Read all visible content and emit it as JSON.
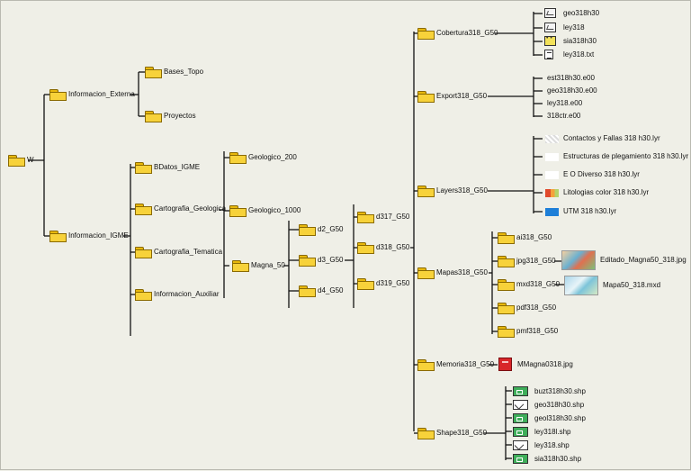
{
  "root": "W",
  "level1": [
    "Informacion_Externa",
    "Informacion_IGME"
  ],
  "externa": [
    "Bases_Topo",
    "Proyectos"
  ],
  "igme": [
    "BDatos_IGME",
    "Cartografia_Geologica",
    "Cartografia_Tematica",
    "Informacion_Auxiliar"
  ],
  "geologica": [
    "Geologico_200",
    "Geologico_1000",
    "Magna_50"
  ],
  "magna": [
    "d2_G50",
    "d3_G50",
    "d4_G50"
  ],
  "d3": [
    "d317_G50",
    "d318_G50",
    "d319_G50"
  ],
  "d318": [
    "Cobertura318_G50",
    "Export318_G50",
    "Layers318_G50",
    "Mapas318_G50",
    "Memoria318_G50",
    "Shape318_G50"
  ],
  "cobertura": [
    "geo318h30",
    "ley318",
    "sia318h30",
    "ley318.txt"
  ],
  "export": [
    "est318h30.e00",
    "geo318h30.e00",
    "ley318.e00",
    "318ctr.e00"
  ],
  "layers": [
    "Contactos y Fallas 318 h30.lyr",
    "Estructuras de plegamiento 318 h30.lyr",
    "E O Diverso 318 h30.lyr",
    "Litologias color 318 h30.lyr",
    "UTM 318 h30.lyr"
  ],
  "mapas": [
    "ai318_G50",
    "jpg318_G50",
    "mxd318_G50",
    "pdf318_G50",
    "pmf318_G50"
  ],
  "jpg_file": "Editado_Magna50_318.jpg",
  "mxd_file": "Mapa50_318.mxd",
  "memoria_file": "MMagna0318.jpg",
  "shape": [
    "buzt318h30.shp",
    "geo318h30.shp",
    "geol318h30.shp",
    "ley318l.shp",
    "ley318.shp",
    "sia318h30.shp"
  ]
}
